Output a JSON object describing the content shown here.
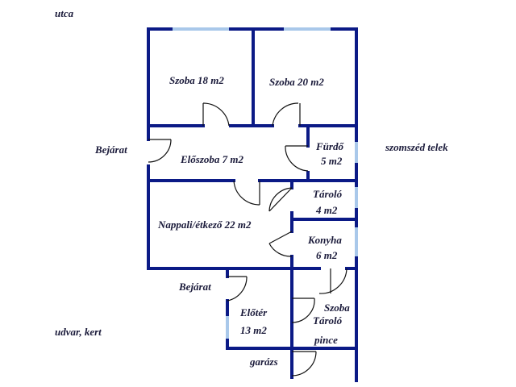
{
  "labels": {
    "street": "utca",
    "entrance_left": "Bejárat",
    "neighbor": "szomszéd telek",
    "entrance_bottom": "Bejárat",
    "yard": "udvar, kert",
    "garage": "garázs"
  },
  "rooms": {
    "room1": "Szoba 18 m2",
    "room2": "Szoba 20 m2",
    "hall": "Előszoba 7 m2",
    "bath_name": "Fürdő",
    "bath_area": "5 m2",
    "storage_name": "Tároló",
    "storage_area": "4 m2",
    "living": "Nappali/étkező 22 m2",
    "kitchen_name": "Konyha",
    "kitchen_area": "6 m2",
    "foyer_name": "Előtér",
    "foyer_area": "13 m2",
    "cellar_room": "Szoba",
    "cellar_storage": "Tároló",
    "cellar": "pince"
  },
  "colors": {
    "wall": "#0b1a86",
    "window": "#a9c8ea",
    "door": "#111111"
  }
}
